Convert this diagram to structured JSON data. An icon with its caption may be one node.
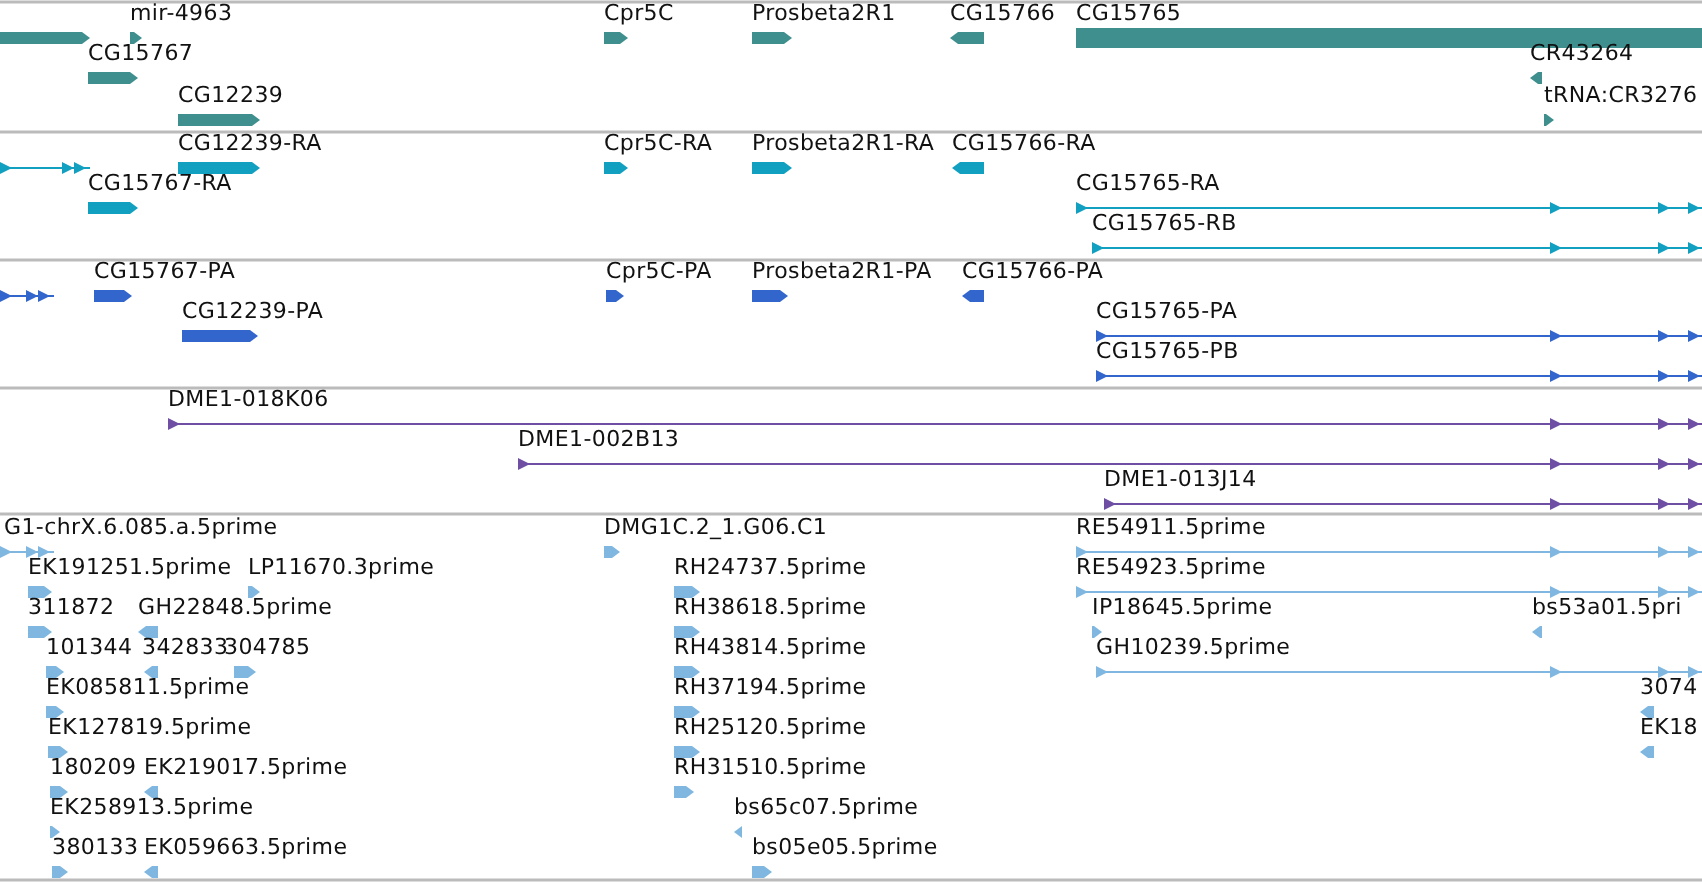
{
  "diagram": {
    "labels": [
      "mir-4963",
      "Cpr5C",
      "Prosbeta2R1",
      "CG15766",
      "CG15765",
      "CG15767",
      "CR43264",
      "CG12239",
      "tRNA:CR3276",
      "CG12239-RA",
      "Cpr5C-RA",
      "Prosbeta2R1-RA",
      "CG15766-RA",
      "CG15767-RA",
      "CG15765-RA",
      "CG15765-RB",
      "CG15767-PA",
      "Cpr5C-PA",
      "Prosbeta2R1-PA",
      "CG15766-PA",
      "CG12239-PA",
      "CG15765-PA",
      "CG15765-PB",
      "DME1-018K06",
      "DME1-002B13",
      "DME1-013J14",
      "G1-chrX.6.085.a.5prime",
      "DMG1C.2_1.G06.C1",
      "RE54911.5prime",
      "EK191251.5prime",
      "LP11670.3prime",
      "RH24737.5prime",
      "RE54923.5prime",
      "311872",
      "GH22848.5prime",
      "RH38618.5prime",
      "IP18645.5prime",
      "bs53a01.5pri",
      "101344",
      "342833",
      "304785",
      "RH43814.5prime",
      "GH10239.5prime",
      "EK085811.5prime",
      "RH37194.5prime",
      "3074",
      "EK127819.5prime",
      "RH25120.5prime",
      "EK18",
      "180209",
      "EK219017.5prime",
      "RH31510.5prime",
      "EK258913.5prime",
      "bs65c07.5prime",
      "380133",
      "EK059663.5prime",
      "bs05e05.5prime"
    ]
  }
}
